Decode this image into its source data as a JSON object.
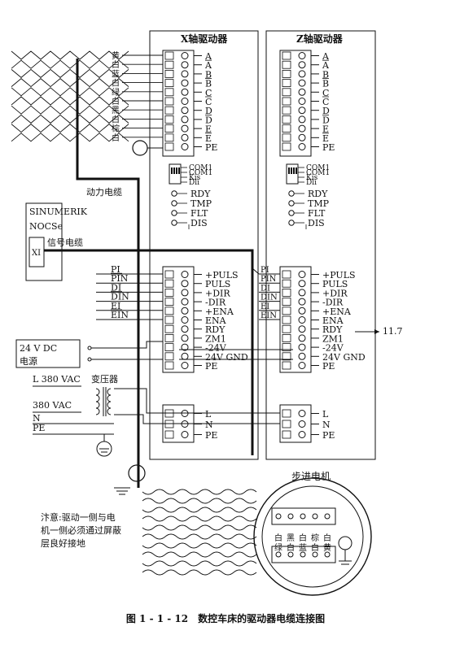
{
  "drives": {
    "x": {
      "title": "X轴驱动器",
      "motor_terminals": [
        "A",
        "A",
        "B",
        "B",
        "C",
        "C",
        "D",
        "D",
        "E",
        "E",
        "PE"
      ],
      "switch_labels": [
        "COM1",
        "COM1",
        "Kis",
        "Dli"
      ],
      "status_terminals": [
        "RDY",
        "TMP",
        "FLT",
        "DIS"
      ],
      "signal_terminals": [
        "+PULS",
        "PULS",
        "+DIR",
        "-DIR",
        "+ENA",
        "ENA",
        "RDY",
        "ZM1",
        "-24V",
        "24V GND",
        "PE"
      ],
      "power_terminals": [
        "L",
        "N",
        "PE"
      ]
    },
    "z": {
      "title": "Z轴驱动器",
      "motor_terminals": [
        "A",
        "A",
        "B",
        "B",
        "C",
        "C",
        "D",
        "D",
        "E",
        "E",
        "PE"
      ],
      "switch_labels": [
        "COM1",
        "COM1",
        "Kis",
        "Dli"
      ],
      "status_terminals": [
        "RDY",
        "TMP",
        "FLT",
        "DIS"
      ],
      "signal_terminals": [
        "+PULS",
        "PULS",
        "+DIR",
        "-DIR",
        "+ENA",
        "ENA",
        "RDY",
        "ZM1",
        "-24V",
        "24V GND",
        "PE"
      ],
      "power_terminals": [
        "L",
        "N",
        "PE"
      ],
      "rdy_output": "11.7"
    }
  },
  "wire_colors": [
    "黄",
    "白",
    "蓝",
    "白",
    "绿",
    "白",
    "黑",
    "白",
    "棕",
    "白"
  ],
  "cables": {
    "power": "动力电缆",
    "signal": "信号电缆"
  },
  "controller": {
    "line1": "SINUMERIK",
    "line2": "NOCSe",
    "port": "XI"
  },
  "signal_lines": [
    "PI",
    "PIN",
    "DI",
    "DIN",
    "EI",
    "EIN"
  ],
  "supply_24v": {
    "line1": "24 V DC",
    "line2": "电源"
  },
  "transformer": {
    "input": "L 380 VAC",
    "name": "变压器",
    "main": "380 VAC",
    "n": "N",
    "pe": "PE"
  },
  "motor": {
    "title": "步进电机",
    "terminal_colors": [
      {
        "top": "白",
        "bottom": "绿"
      },
      {
        "top": "黑",
        "bottom": "白"
      },
      {
        "top": "白",
        "bottom": "蓝"
      },
      {
        "top": "棕",
        "bottom": "白"
      },
      {
        "top": "白",
        "bottom": "黄"
      }
    ]
  },
  "note": [
    "汴意:驱动一侧与电",
    "机一侧必须通过屏蔽",
    "层良好接地"
  ],
  "caption": "图 1 - 1 - 12　数控车床的驱动器电缆连接图"
}
